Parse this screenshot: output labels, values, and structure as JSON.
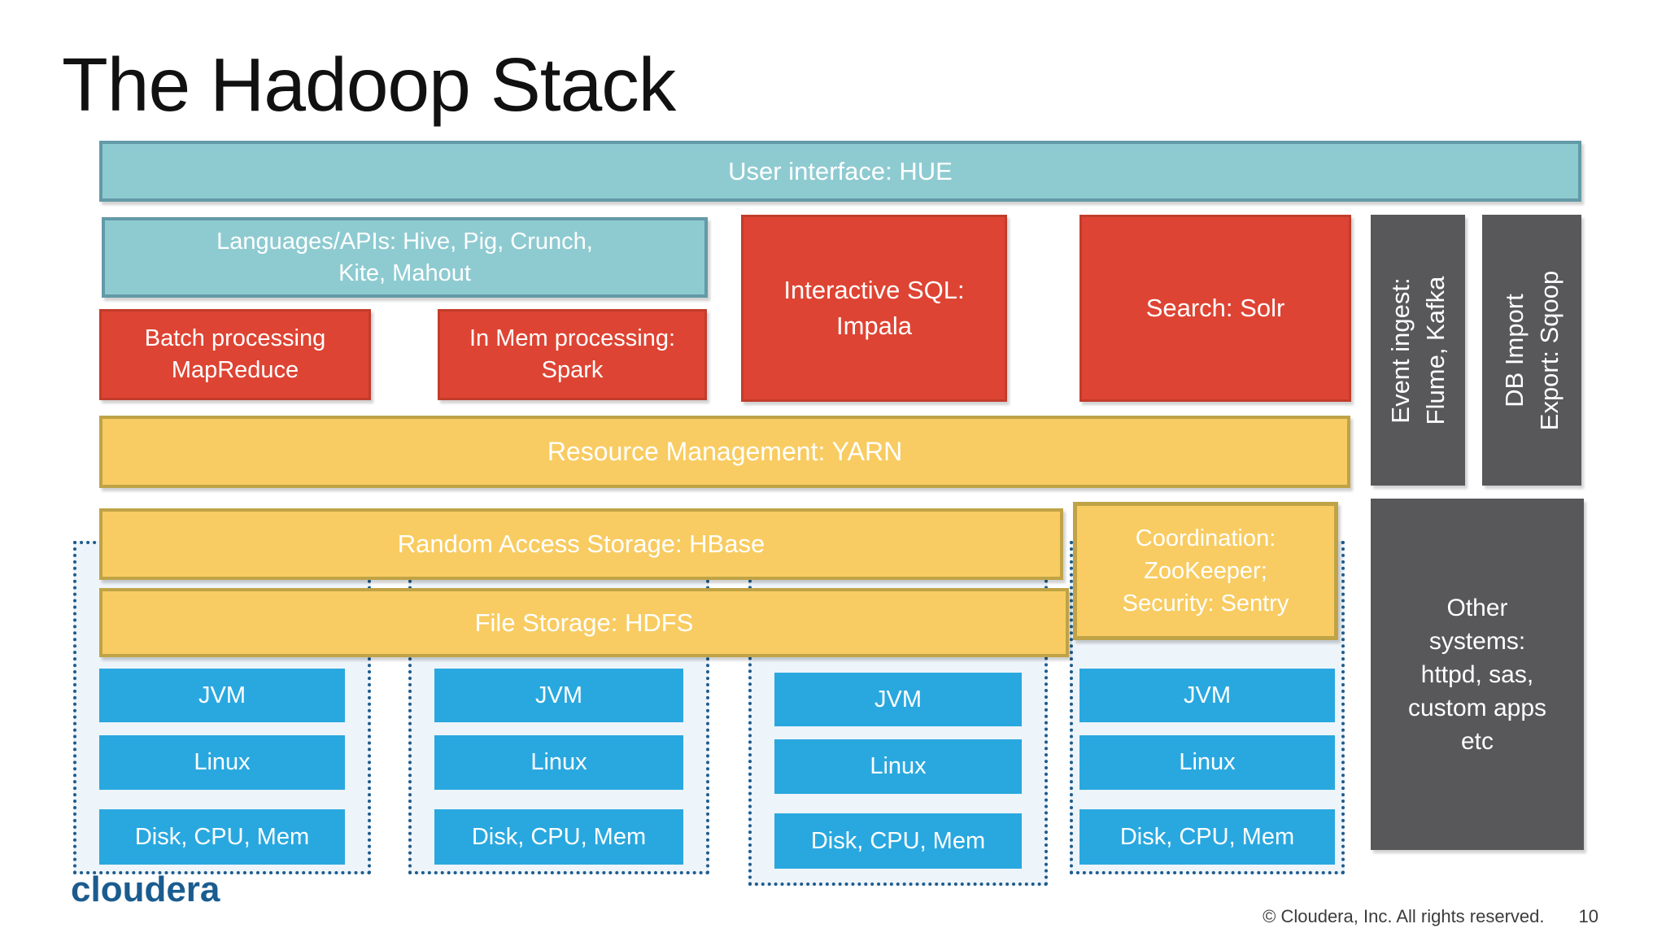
{
  "slide": {
    "title": "The Hadoop Stack"
  },
  "colors": {
    "teal_fill": "#8ECBD1",
    "teal_border": "#639AA7",
    "red_fill": "#DE4433",
    "red_border": "#C23C2B",
    "yellow_fill": "#F8CC62",
    "yellow_border": "#BFA346",
    "dark_gray_fill": "#58585A",
    "blue_fill": "#29A8DF",
    "node_column_bg": "#EDF4FA",
    "node_column_dotted_border": "#1E5B8C",
    "logo_blue": "#1B5C8F"
  },
  "boxes": {
    "hue": "User interface: HUE",
    "languages": "Languages/APIs: Hive, Pig, Crunch,\nKite, Mahout",
    "batch": "Batch processing\nMapReduce",
    "spark": "In Mem processing:\nSpark",
    "impala": "Interactive SQL:\nImpala",
    "solr": "Search: Solr",
    "event_ingest": "Event ingest:\nFlume, Kafka",
    "db_import": "DB Import\nExport: Sqoop",
    "yarn": "Resource Management: YARN",
    "hbase": "Random Access Storage: HBase",
    "hdfs": "File Storage: HDFS",
    "coordination": "Coordination:\nZooKeeper;\nSecurity: Sentry",
    "other_systems": "Other\nsystems:\nhttpd, sas,\ncustom apps\netc"
  },
  "nodes": {
    "jvm": "JVM",
    "linux": "Linux",
    "hardware": "Disk, CPU, Mem"
  },
  "footer": {
    "logo": "cloudera",
    "copyright": "© Cloudera, Inc. All rights reserved.",
    "page_number": "10"
  }
}
